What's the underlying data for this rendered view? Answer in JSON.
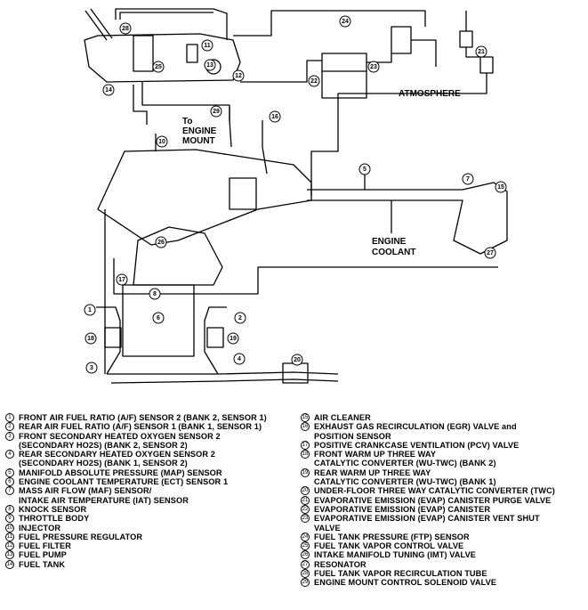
{
  "diagram": {
    "callouts": [
      {
        "n": "1"
      },
      {
        "n": "2"
      },
      {
        "n": "3"
      },
      {
        "n": "4"
      },
      {
        "n": "5"
      },
      {
        "n": "6"
      },
      {
        "n": "7"
      },
      {
        "n": "8"
      },
      {
        "n": "10"
      },
      {
        "n": "11"
      },
      {
        "n": "12"
      },
      {
        "n": "13"
      },
      {
        "n": "14"
      },
      {
        "n": "15"
      },
      {
        "n": "16"
      },
      {
        "n": "17"
      },
      {
        "n": "18"
      },
      {
        "n": "19"
      },
      {
        "n": "20"
      },
      {
        "n": "21"
      },
      {
        "n": "22"
      },
      {
        "n": "23"
      },
      {
        "n": "24"
      },
      {
        "n": "25"
      },
      {
        "n": "26"
      },
      {
        "n": "27"
      },
      {
        "n": "28"
      },
      {
        "n": "29"
      }
    ],
    "labels": {
      "to_engine_mount_1": "To",
      "to_engine_mount_2": "ENGINE",
      "to_engine_mount_3": "MOUNT",
      "atmosphere": "ATMOSPHERE",
      "engine_coolant_1": "ENGINE",
      "engine_coolant_2": "COOLANT"
    }
  },
  "legend": {
    "left": [
      {
        "num": "1",
        "lines": [
          "FRONT AIR FUEL RATIO (A/F) SENSOR 2 (BANK 2, SENSOR 1)"
        ]
      },
      {
        "num": "2",
        "lines": [
          "REAR AIR FUEL RATIO (A/F) SENSOR 1 (BANK 1, SENSOR 1)"
        ]
      },
      {
        "num": "3",
        "lines": [
          "FRONT SECONDARY HEATED OXYGEN SENSOR 2",
          "(SECONDARY HO2S) (BANK 2, SENSOR 2)"
        ]
      },
      {
        "num": "4",
        "lines": [
          "REAR SECONDARY HEATED OXYGEN SENSOR 2",
          "(SECONDARY HO2S) (BANK 1, SENSOR 2)"
        ]
      },
      {
        "num": "5",
        "lines": [
          "MANIFOLD ABSOLUTE PRESSURE (MAP) SENSOR"
        ]
      },
      {
        "num": "6",
        "lines": [
          "ENGINE COOLANT TEMPERATURE (ECT) SENSOR 1"
        ]
      },
      {
        "num": "7",
        "lines": [
          "MASS AIR FLOW (MAF) SENSOR/",
          "INTAKE AIR TEMPERATURE (IAT) SENSOR"
        ]
      },
      {
        "num": "8",
        "lines": [
          "KNOCK SENSOR"
        ]
      },
      {
        "num": "9",
        "lines": [
          "THROTTLE BODY"
        ]
      },
      {
        "num": "10",
        "lines": [
          "INJECTOR"
        ]
      },
      {
        "num": "11",
        "lines": [
          "FUEL PRESSURE REGULATOR"
        ]
      },
      {
        "num": "12",
        "lines": [
          "FUEL FILTER"
        ]
      },
      {
        "num": "13",
        "lines": [
          "FUEL PUMP"
        ]
      },
      {
        "num": "14",
        "lines": [
          "FUEL TANK"
        ]
      }
    ],
    "right": [
      {
        "num": "15",
        "lines": [
          "AIR CLEANER"
        ]
      },
      {
        "num": "16",
        "lines": [
          "EXHAUST GAS RECIRCULATION (EGR) VALVE and",
          "POSITION SENSOR"
        ]
      },
      {
        "num": "17",
        "lines": [
          "POSITIVE CRANKCASE VENTILATION (PCV) VALVE"
        ]
      },
      {
        "num": "18",
        "lines": [
          "FRONT WARM UP THREE WAY",
          "CATALYTIC CONVERTER (WU-TWC) (BANK 2)"
        ]
      },
      {
        "num": "19",
        "lines": [
          "REAR WARM UP THREE WAY",
          "CATALYTIC CONVERTER (WU-TWC) (BANK 1)"
        ]
      },
      {
        "num": "20",
        "lines": [
          "UNDER-FLOOR THREE WAY CATALYTIC CONVERTER (TWC)"
        ]
      },
      {
        "num": "21",
        "lines": [
          "EVAPORATIVE EMISSION (EVAP) CANISTER PURGE VALVE"
        ]
      },
      {
        "num": "22",
        "lines": [
          "EVAPORATIVE EMISSION (EVAP) CANISTER"
        ]
      },
      {
        "num": "23",
        "lines": [
          "EVAPORATIVE EMISSION (EVAP) CANISTER VENT SHUT",
          "VALVE"
        ]
      },
      {
        "num": "24",
        "lines": [
          "FUEL TANK PRESSURE (FTP) SENSOR"
        ]
      },
      {
        "num": "25",
        "lines": [
          "FUEL TANK VAPOR CONTROL VALVE"
        ]
      },
      {
        "num": "26",
        "lines": [
          "INTAKE MANIFOLD TUNING (IMT) VALVE"
        ]
      },
      {
        "num": "27",
        "lines": [
          "RESONATOR"
        ]
      },
      {
        "num": "28",
        "lines": [
          "FUEL TANK VAPOR RECIRCULATION TUBE"
        ]
      },
      {
        "num": "29",
        "lines": [
          "ENGINE MOUNT CONTROL SOLENOID VALVE"
        ]
      }
    ]
  }
}
